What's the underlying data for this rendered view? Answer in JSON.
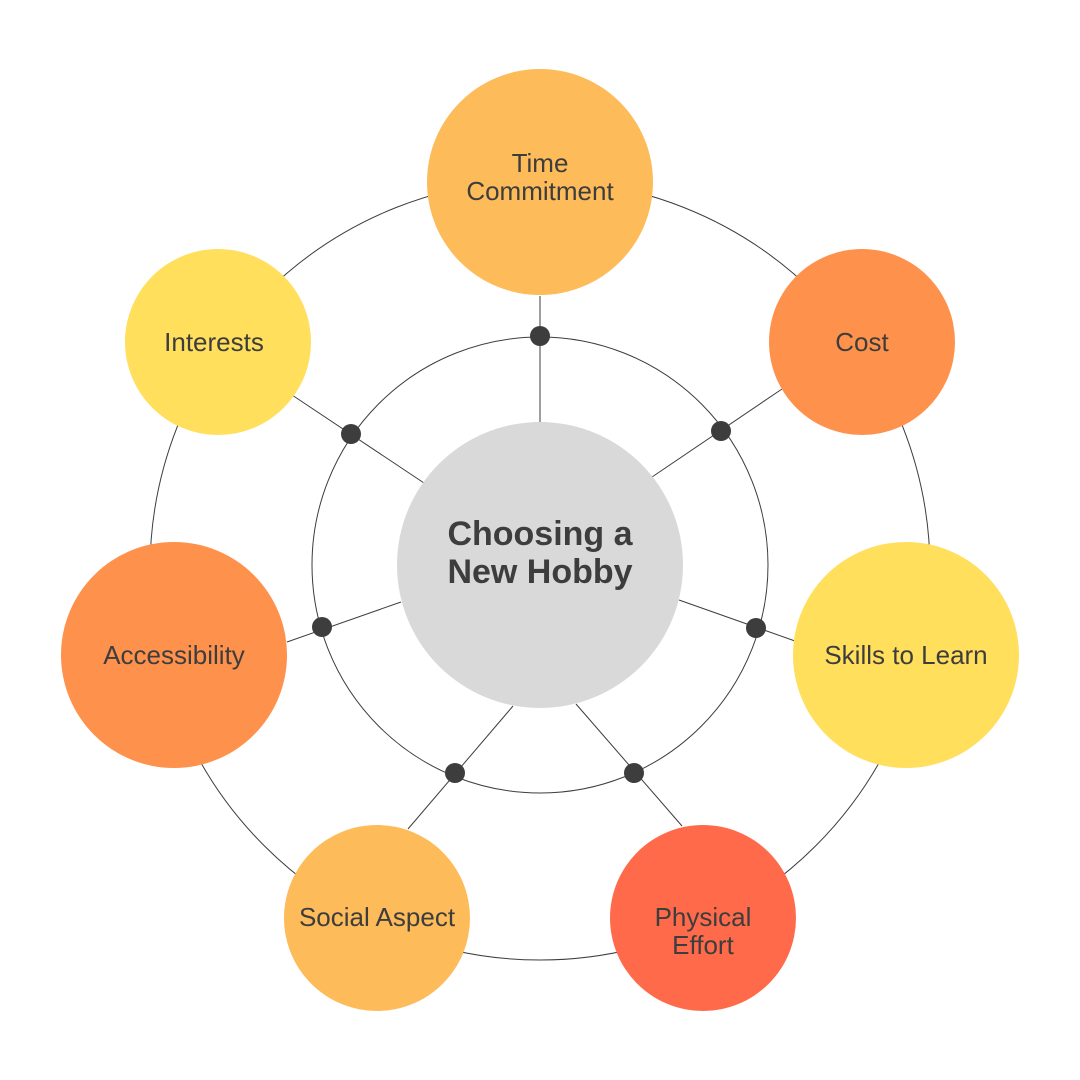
{
  "center": {
    "line1": "Choosing a",
    "line2": "New Hobby",
    "color": "#d9d9d9"
  },
  "nodes": [
    {
      "line1": "Time",
      "line2": "Commitment",
      "color": "#fdbb5a"
    },
    {
      "line1": "Cost",
      "line2": "",
      "color": "#fe924c"
    },
    {
      "line1": "Skills to Learn",
      "line2": "",
      "color": "#ffdf5c"
    },
    {
      "line1": "Physical",
      "line2": "Effort",
      "color": "#ff6b4a"
    },
    {
      "line1": "Social Aspect",
      "line2": "",
      "color": "#fdbb5a"
    },
    {
      "line1": "Accessibility",
      "line2": "",
      "color": "#fe924c"
    },
    {
      "line1": "Interests",
      "line2": "",
      "color": "#ffdf5c"
    }
  ]
}
